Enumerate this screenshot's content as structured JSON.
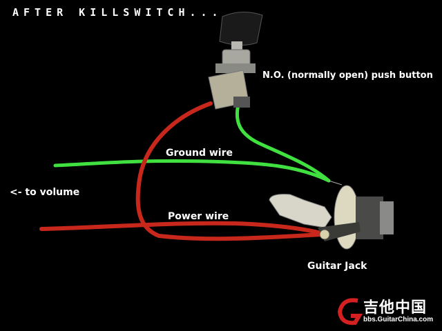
{
  "title": "AFTER KILLSWITCH...",
  "labels": {
    "switch": "N.O. (normally open) push button",
    "ground": "Ground wire",
    "volume": "<- to volume",
    "power": "Power wire",
    "jack": "Guitar Jack"
  },
  "watermark": {
    "name": "吉他中国",
    "url": "bbs.GuitarChina.com"
  },
  "colors": {
    "red_wire": "#c8281c",
    "green_wire": "#40e040",
    "background": "#000000"
  }
}
